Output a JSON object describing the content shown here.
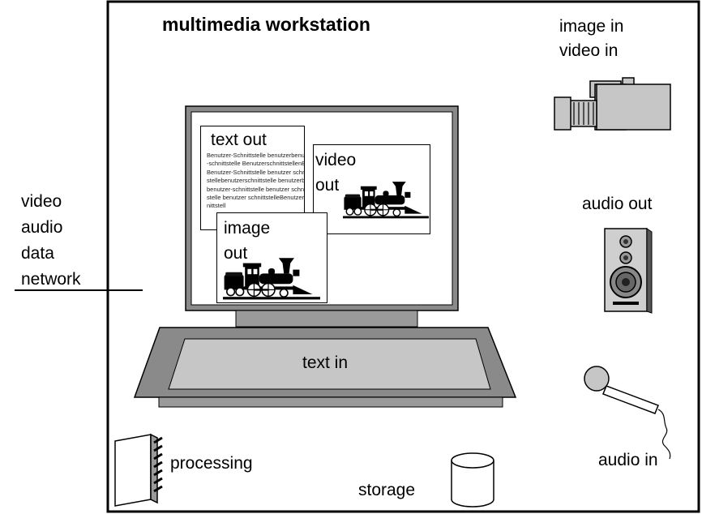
{
  "title": "multimedia workstation",
  "network": {
    "lines": [
      "video",
      "audio",
      "data",
      "network"
    ]
  },
  "devices": {
    "camera": {
      "line1": "image in",
      "line2": "video in",
      "icon": "video-camera-icon"
    },
    "speaker": {
      "label": "audio out",
      "icon": "speaker-icon"
    },
    "microphone": {
      "label": "audio in",
      "icon": "microphone-icon"
    },
    "keyboard": {
      "label": "text in"
    },
    "processor": {
      "label": "processing",
      "icon": "processor-chip-icon"
    },
    "storage": {
      "label": "storage",
      "icon": "storage-cylinder-icon"
    }
  },
  "screen": {
    "text_window": {
      "title": "text out",
      "body_lines": [
        "Benutzer-Schnittstelle benutzerbenutzer",
        "-schnittstelle BenutzerschnittstellenBen",
        "Benutzer-Schnittstelle benutzer schnitt-",
        "stellebenutzerschnittstelle benutzerbenu",
        "benutzer-schnittstelle benutzer schnitt-",
        "stelle benutzer schnittstelleBenutzersch",
        "nittstell"
      ]
    },
    "video_window": {
      "line1": "video",
      "line2": "out",
      "icon": "locomotive-icon"
    },
    "image_window": {
      "line1": "image",
      "line2": "out",
      "icon": "locomotive-icon"
    }
  },
  "colors": {
    "frame": "#7f7f7f",
    "panel": "#c6c6c6",
    "border": "#000000",
    "background": "#ffffff"
  }
}
